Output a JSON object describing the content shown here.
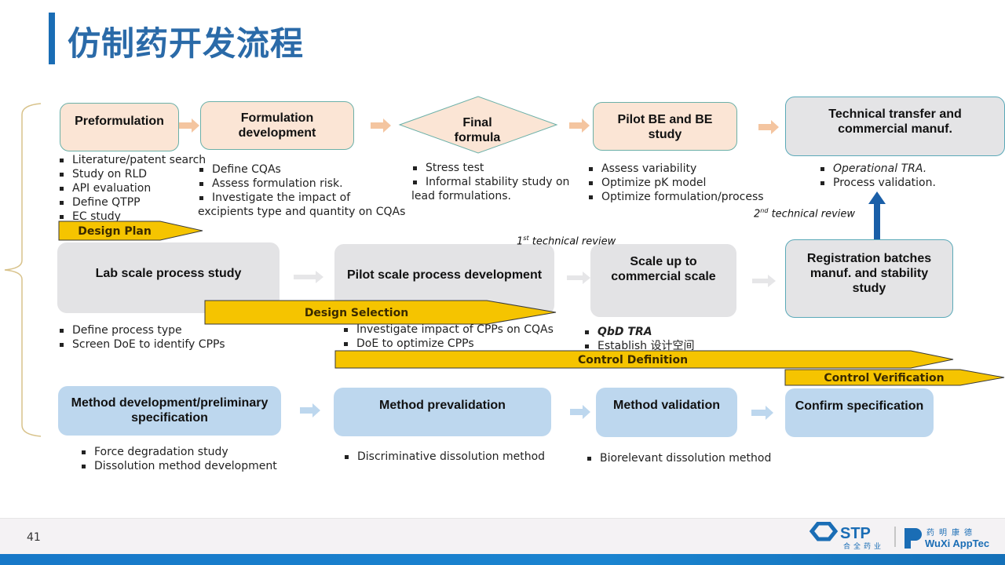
{
  "title": "仿制药开发流程",
  "page_number": "41",
  "colors": {
    "title_blue": "#2a6aa8",
    "formulation_fill": "#fbe5d5",
    "process_fill": "#e3e3e5",
    "analytical_fill": "#bdd7ee",
    "phase_arrow_yellow": "#f5c400",
    "review_arrow_blue": "#1a5fa8"
  },
  "formulation_row": {
    "steps": [
      {
        "label_lines": [
          "Preformulation"
        ],
        "shape": "rounded-box"
      },
      {
        "label_lines": [
          "Formulation",
          "development"
        ],
        "shape": "rounded-box"
      },
      {
        "label_lines": [
          "Final",
          "formula"
        ],
        "shape": "diamond"
      },
      {
        "label_lines": [
          "Pilot BE and BE",
          "study"
        ],
        "shape": "rounded-box"
      },
      {
        "label_lines": [
          "Technical transfer and",
          "commercial manuf."
        ],
        "shape": "rounded-box"
      }
    ],
    "bullets": [
      [
        "Literature/patent search",
        "Study on RLD",
        "API evaluation",
        "Define QTPP",
        "EC study"
      ],
      [
        "Define CQAs",
        "Assess formulation risk.",
        "Investigate the impact of",
        "excipients type and quantity on CQAs"
      ],
      [
        "Stress test",
        "Informal stability study on",
        "lead formulations."
      ],
      [
        "Assess variability",
        "Optimize pK model",
        "Optimize formulation/process"
      ],
      [
        "Operational TRA.",
        "Process validation."
      ]
    ]
  },
  "process_row": {
    "steps": [
      {
        "label_lines": [
          "Lab scale process study"
        ]
      },
      {
        "label_lines": [
          "Pilot scale process development"
        ]
      },
      {
        "label_lines": [
          "Scale up to",
          "commercial scale"
        ]
      },
      {
        "label_lines": [
          "Registration batches",
          "manuf. and stability",
          "study"
        ]
      }
    ],
    "bullets": [
      [
        "Define process type",
        "Screen DoE to identify CPPs"
      ],
      [
        "Investigate impact of CPPs on CQAs",
        "DoE to optimize CPPs"
      ],
      [
        "QbD TRA",
        "Establish 设计空间"
      ]
    ]
  },
  "analytical_row": {
    "steps": [
      {
        "label_lines": [
          "Method development/preliminary",
          "specification"
        ]
      },
      {
        "label_lines": [
          "Method prevalidation"
        ]
      },
      {
        "label_lines": [
          "Method validation"
        ]
      },
      {
        "label_lines": [
          "Confirm specification"
        ]
      }
    ],
    "bullets": [
      [
        "Force degradation study",
        "Dissolution method development"
      ],
      [
        "Discriminative dissolution method"
      ],
      [
        "Biorelevant dissolution method"
      ]
    ]
  },
  "phases": [
    "Design Plan",
    "Design Selection",
    "Control Definition",
    "Control Verification"
  ],
  "reviews": [
    {
      "ordinal": "1",
      "suffix": "st",
      "text": " technical review"
    },
    {
      "ordinal": "2",
      "suffix": "nd",
      "text": " technical review"
    }
  ],
  "logos": {
    "stp_text": "STP",
    "stp_cn": "合全药业",
    "wuxi_cn": "药明康德",
    "wuxi_text": "WuXi AppTec"
  }
}
